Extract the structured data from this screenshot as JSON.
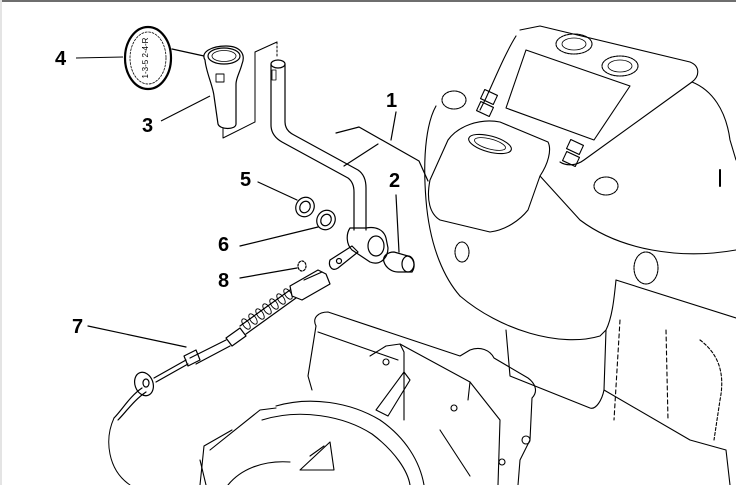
{
  "diagram": {
    "title": "Gear shift lever assembly – exploded parts view",
    "line_color": "#000000",
    "background": "#ffffff",
    "frame_color": "#6e6e6e",
    "callouts": [
      {
        "id": "1",
        "label": "1",
        "part": "gear-lever"
      },
      {
        "id": "2",
        "label": "2",
        "part": "bushing"
      },
      {
        "id": "3",
        "label": "3",
        "part": "gear-knob"
      },
      {
        "id": "4",
        "label": "4",
        "part": "knob-badge"
      },
      {
        "id": "5",
        "label": "5",
        "part": "washer"
      },
      {
        "id": "6",
        "label": "6",
        "part": "washer"
      },
      {
        "id": "7",
        "label": "7",
        "part": "shift-cable"
      },
      {
        "id": "8",
        "label": "8",
        "part": "clip"
      }
    ],
    "badge_text": "1-3-5 2-4-R"
  }
}
